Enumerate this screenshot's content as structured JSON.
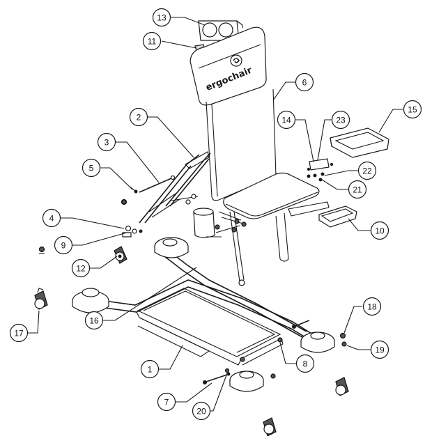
{
  "brand": {
    "name": "ergochair"
  },
  "callouts": [
    {
      "id": "c1",
      "label": "1"
    },
    {
      "id": "c2",
      "label": "2"
    },
    {
      "id": "c3",
      "label": "3"
    },
    {
      "id": "c4",
      "label": "4"
    },
    {
      "id": "c5",
      "label": "5"
    },
    {
      "id": "c6",
      "label": "6"
    },
    {
      "id": "c7",
      "label": "7"
    },
    {
      "id": "c8",
      "label": "8"
    },
    {
      "id": "c9",
      "label": "9"
    },
    {
      "id": "c10",
      "label": "10"
    },
    {
      "id": "c11",
      "label": "11"
    },
    {
      "id": "c12",
      "label": "12"
    },
    {
      "id": "c13",
      "label": "13"
    },
    {
      "id": "c14",
      "label": "14"
    },
    {
      "id": "c15",
      "label": "15"
    },
    {
      "id": "c16",
      "label": "16"
    },
    {
      "id": "c17",
      "label": "17"
    },
    {
      "id": "c18",
      "label": "18"
    },
    {
      "id": "c19",
      "label": "19"
    },
    {
      "id": "c20",
      "label": "20"
    },
    {
      "id": "c21",
      "label": "21"
    },
    {
      "id": "c22",
      "label": "22"
    },
    {
      "id": "c23",
      "label": "23"
    }
  ]
}
